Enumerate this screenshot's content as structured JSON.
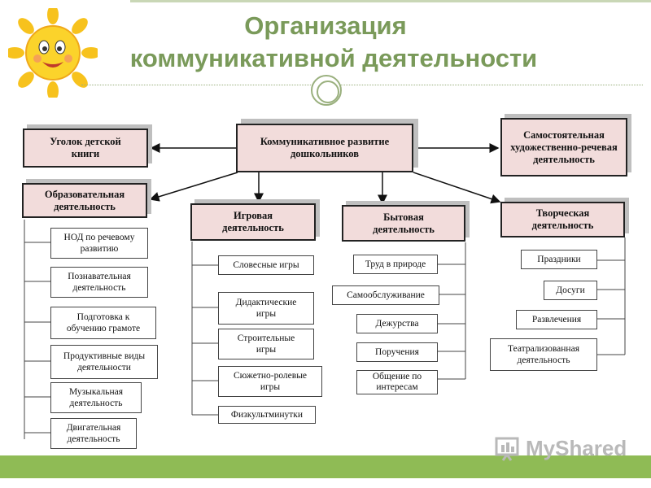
{
  "title": {
    "line1": "Организация",
    "line2": "коммуникативной деятельности"
  },
  "center": "Коммуникативное развитие дошкольников",
  "top_left": "Уголок детской книги",
  "top_right": "Самостоятельная художественно-речевая деятельность",
  "education": {
    "header": "Образовательная деятельность",
    "items": [
      "НОД по речевому развитию",
      "Познавательная деятельность",
      "Подготовка к обучению грамоте",
      "Продуктивные виды деятельности",
      "Музыкальная деятельность",
      "Двигательная деятельность"
    ]
  },
  "play": {
    "header": "Игровая деятельность",
    "items": [
      "Словесные игры",
      "Дидактические игры",
      "Строительные игры",
      "Сюжетно-ролевые игры",
      "Физкультминутки"
    ]
  },
  "household": {
    "header": "Бытовая деятельность",
    "items": [
      "Труд в природе",
      "Самообслуживание",
      "Дежурства",
      "Поручения",
      "Общение по интересам"
    ]
  },
  "creative": {
    "header": "Творческая деятельность",
    "items": [
      "Праздники",
      "Досуги",
      "Развлечения",
      "Театрализованная деятельность"
    ]
  },
  "watermark": "MyShared",
  "colors": {
    "title": "#7a9a5a",
    "header_fill": "#f2dcdb",
    "bottom_bar": "#8fbb55",
    "sun": "#f7c21d"
  },
  "icons": [
    "sun-icon",
    "myshared-logo-icon"
  ]
}
